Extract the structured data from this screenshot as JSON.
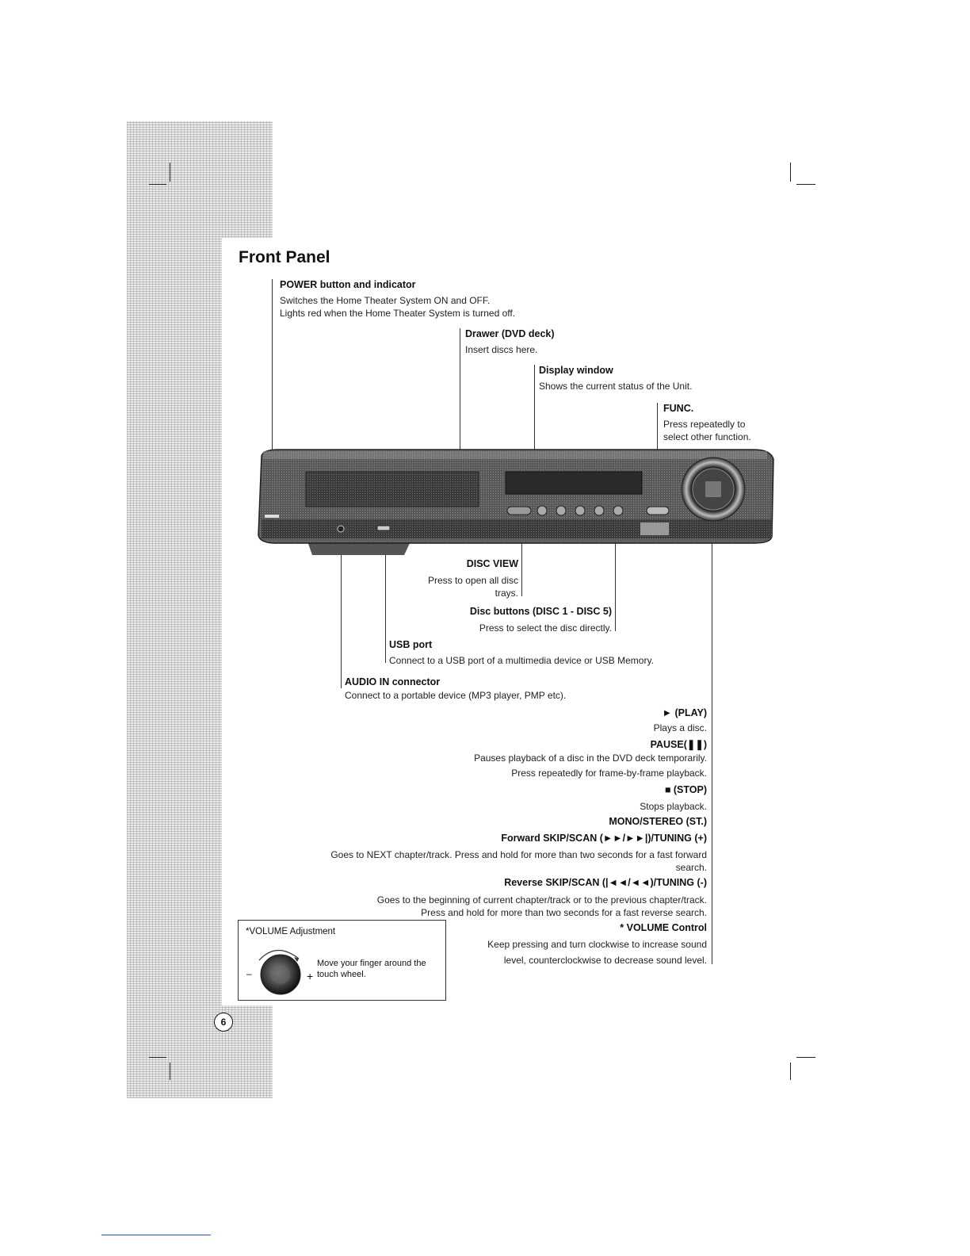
{
  "page": {
    "title": "Front Panel",
    "page_number": "6"
  },
  "labels": {
    "power": {
      "title": "POWER button and indicator",
      "desc1": "Switches the Home Theater System ON and OFF.",
      "desc2": "Lights red when the Home Theater System is turned off."
    },
    "drawer": {
      "title": "Drawer (DVD deck)",
      "desc": "Insert discs here."
    },
    "display": {
      "title": "Display window",
      "desc": "Shows the current status of the Unit."
    },
    "func": {
      "title": "FUNC.",
      "desc1": "Press repeatedly to",
      "desc2": "select other function."
    },
    "disc_view": {
      "title": "DISC VIEW",
      "desc1": "Press to open all disc",
      "desc2": "trays."
    },
    "disc_buttons": {
      "title": "Disc buttons (DISC 1 - DISC 5)",
      "desc": "Press to select the disc directly."
    },
    "usb": {
      "title": "USB port",
      "desc": "Connect to a USB port of a multimedia device or USB Memory."
    },
    "audio_in": {
      "title": "AUDIO IN connector",
      "desc": "Connect to a portable device (MP3 player, PMP etc)."
    },
    "play": {
      "title": "► (PLAY)",
      "desc": "Plays a disc."
    },
    "pause": {
      "title": "PAUSE(❚❚)",
      "desc1": "Pauses playback of a disc in the DVD deck temporarily.",
      "desc2": "Press repeatedly for frame-by-frame playback."
    },
    "stop": {
      "title": "■ (STOP)",
      "desc": "Stops playback."
    },
    "mono": {
      "title": "MONO/STEREO (ST.)"
    },
    "forward": {
      "title": "Forward SKIP/SCAN (►►/►►|)/TUNING (+)",
      "desc1": "Goes to NEXT chapter/track. Press and hold for more than two seconds for a fast forward",
      "desc2": "search."
    },
    "reverse": {
      "title": "Reverse SKIP/SCAN (|◄◄/◄◄)/TUNING (-)",
      "desc1": "Goes to the beginning of current chapter/track or to the previous chapter/track.",
      "desc2": "Press and hold for more than two seconds for a fast reverse search."
    },
    "volume": {
      "title": "* VOLUME Control",
      "desc1": "Keep pressing and turn clockwise to increase sound",
      "desc2": "level, counterclockwise to decrease sound level."
    }
  },
  "volume_box": {
    "title": "*VOLUME Adjustment",
    "text": "Move your finger around the touch wheel.",
    "minus": "–",
    "plus": "+"
  }
}
